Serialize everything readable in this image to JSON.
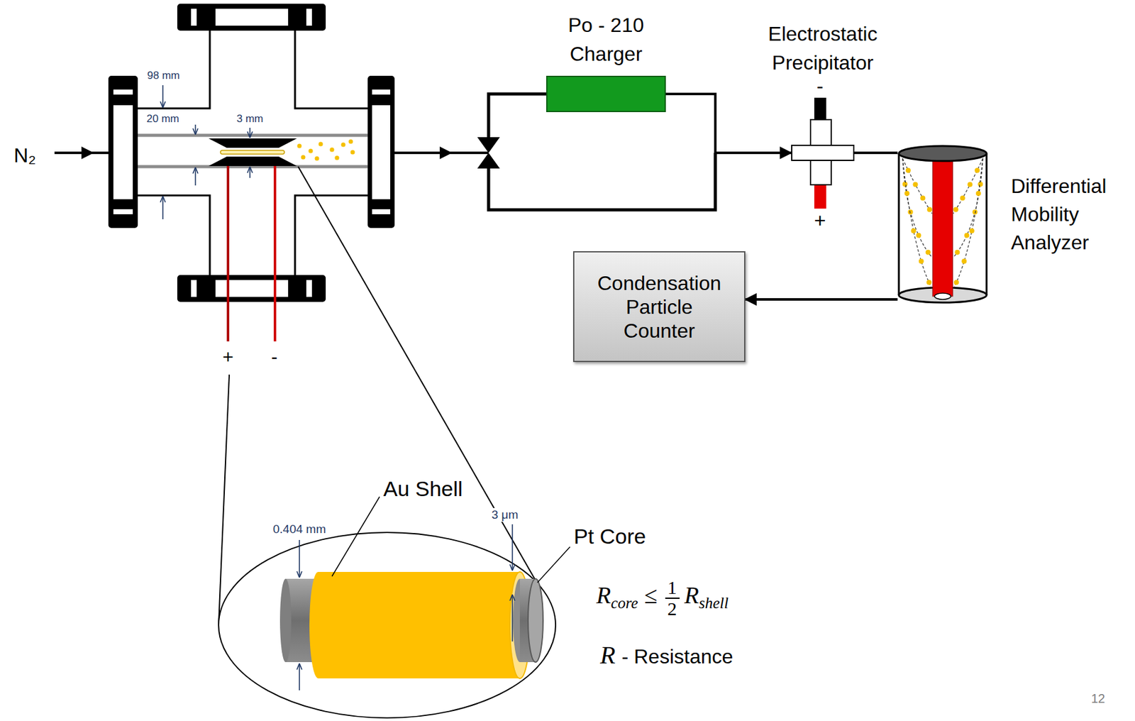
{
  "diagram": {
    "nodes": [
      {
        "text": [
          "Po - 210 Charger"
        ]
      },
      {
        "text": [
          "Electrostatic Precipitator"
        ]
      },
      {
        "text": [
          "Differential Mobility Analyzer"
        ]
      },
      {
        "text": [
          "Condensation Particle Counter"
        ]
      }
    ],
    "edges": [
      {
        "from": 0,
        "to": 1,
        "arrow": "to"
      },
      {
        "from": 1,
        "to": 2,
        "arrow": "none"
      },
      {
        "from": 2,
        "to": 3,
        "arrow": "to"
      }
    ],
    "labels": [
      "N₂",
      "98 mm",
      "20 mm",
      "3 mm",
      "+",
      "-",
      "-",
      "+",
      "Au Shell",
      "0.404 mm",
      "3 μm",
      "Pt Core",
      "R",
      "core",
      "≤",
      "1",
      "2",
      "R",
      "shell",
      "R",
      "- Resistance",
      "12"
    ]
  }
}
